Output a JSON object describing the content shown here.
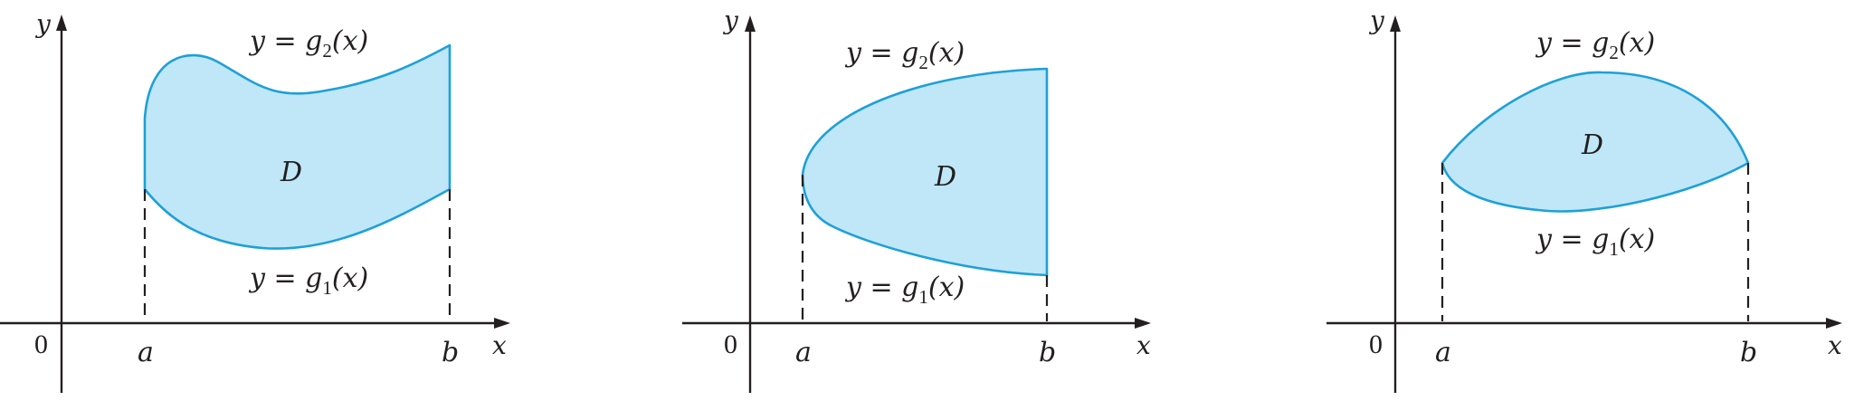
{
  "colors": {
    "region_fill": "#bfe7f7",
    "region_stroke": "#1ea0d8",
    "ink": "#231f20"
  },
  "panels": [
    {
      "y_axis": "y",
      "x_axis": "x",
      "origin": "0",
      "a": "a",
      "b": "b",
      "region": "D",
      "upper": {
        "prefix": "y = g",
        "sub": "2",
        "suffix": "(x)"
      },
      "lower": {
        "prefix": "y = g",
        "sub": "1",
        "suffix": "(x)"
      }
    },
    {
      "y_axis": "y",
      "x_axis": "x",
      "origin": "0",
      "a": "a",
      "b": "b",
      "region": "D",
      "upper": {
        "prefix": "y = g",
        "sub": "2",
        "suffix": "(x)"
      },
      "lower": {
        "prefix": "y = g",
        "sub": "1",
        "suffix": "(x)"
      }
    },
    {
      "y_axis": "y",
      "x_axis": "x",
      "origin": "0",
      "a": "a",
      "b": "b",
      "region": "D",
      "upper": {
        "prefix": "y = g",
        "sub": "2",
        "suffix": "(x)"
      },
      "lower": {
        "prefix": "y = g",
        "sub": "1",
        "suffix": "(x)"
      }
    }
  ]
}
